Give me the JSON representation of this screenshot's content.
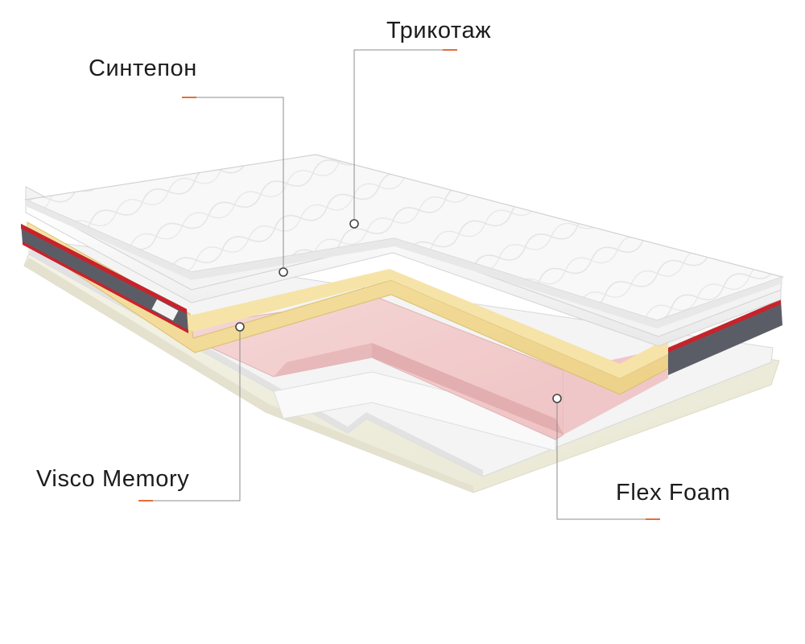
{
  "labels": {
    "sintepon": "Синтепон",
    "trikotazh": "Трикотаж",
    "visco_memory": "Visco Memory",
    "flex_foam": "Flex Foam"
  },
  "colors": {
    "accent": "#e2703a",
    "leader_line": "#8c8c8c",
    "knit_cover": "#f6f6f6",
    "visco_layer": "#f2dc98",
    "flex_layer": "#f2cccc",
    "base_layer": "#f2f1e3",
    "band_gray": "#5b5d66",
    "band_red": "#c8232b"
  }
}
